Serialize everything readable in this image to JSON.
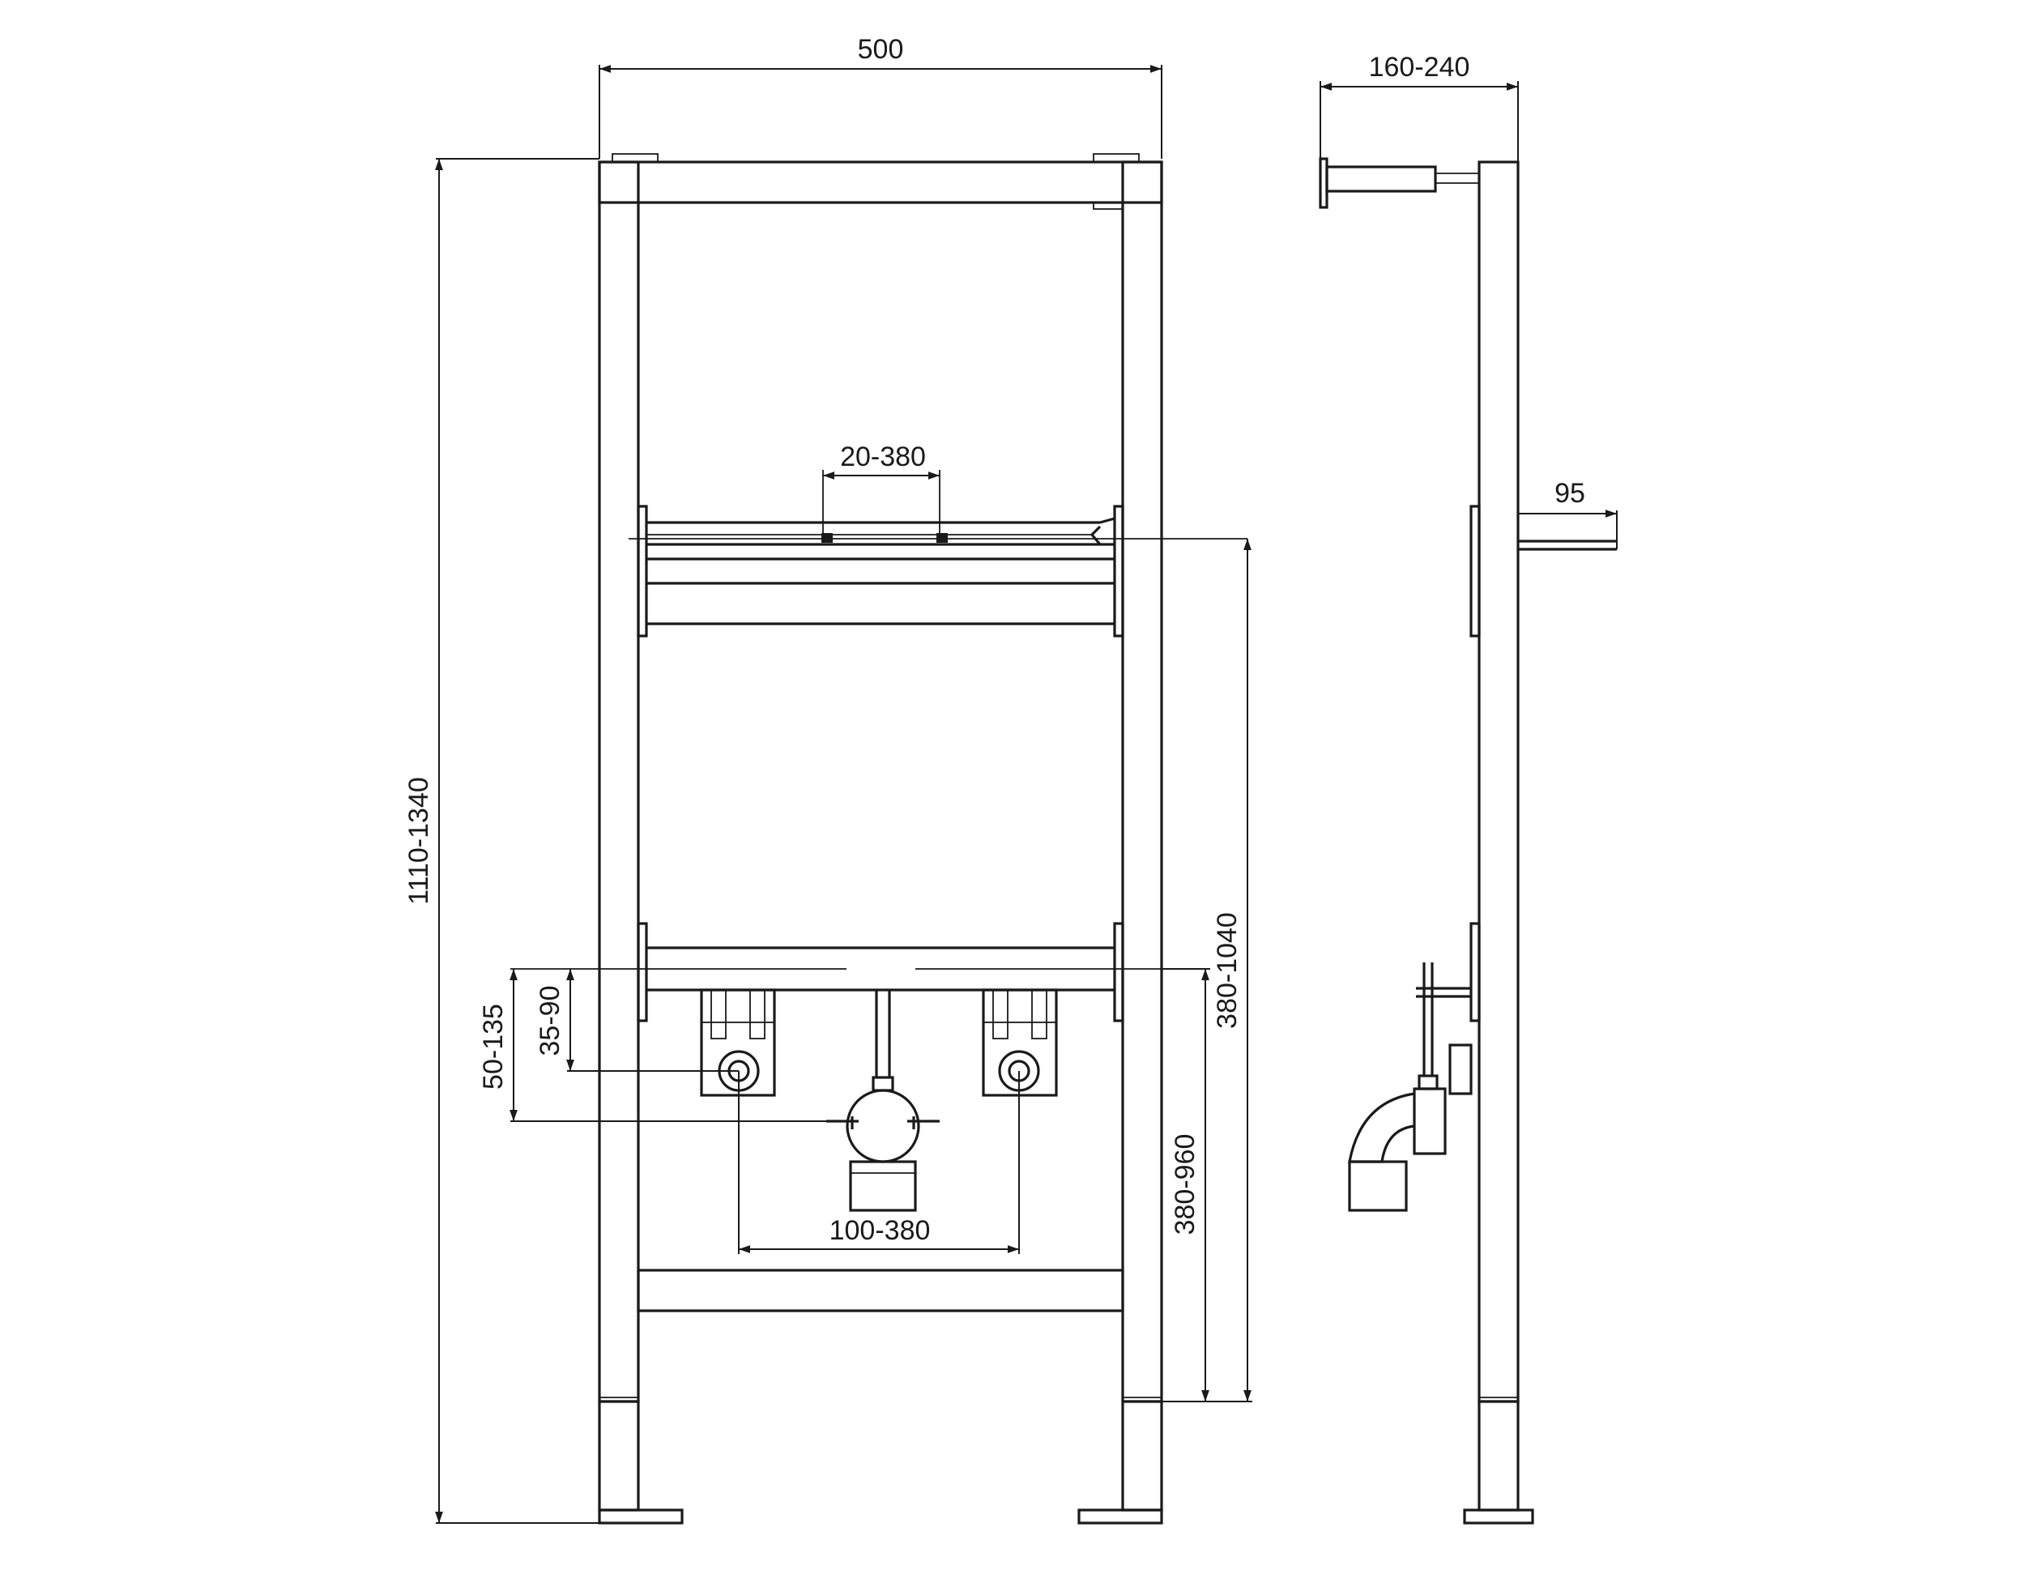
{
  "dimensions": {
    "width": "500",
    "depth": "160-240",
    "total_height": "1110-1340",
    "upper_bracket_spacing": "20-380",
    "side_protrusion": "95",
    "upper_bracket_height": "380-1040",
    "lower_height": "380-960",
    "supply_horizontal": "100-380",
    "supply_drop_outer": "50-135",
    "supply_drop_inner": "35-90"
  },
  "colors": {
    "line": "#1a1a1a",
    "background": "#ffffff"
  }
}
